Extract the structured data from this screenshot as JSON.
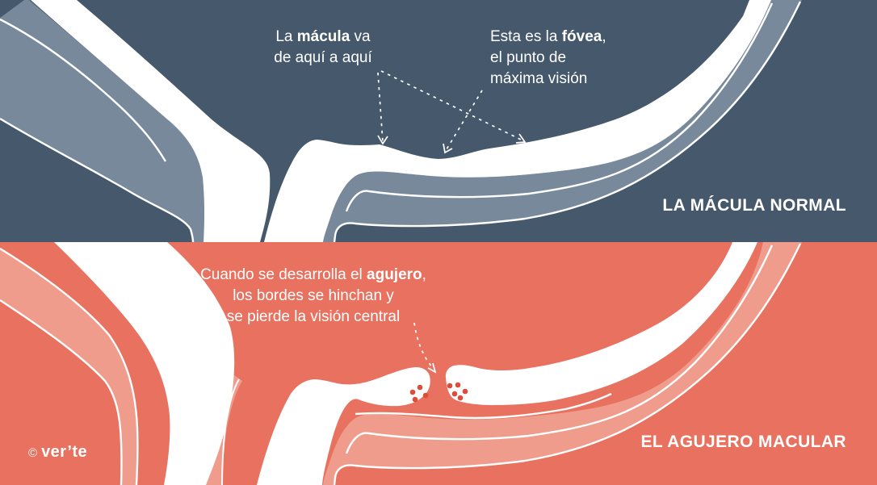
{
  "panel_normal": {
    "title": "LA MÁCULA NORMAL",
    "annotation_macula": {
      "pre": "La ",
      "bold": "mácula",
      "post": " va",
      "line2": "de aquí a aquí"
    },
    "annotation_fovea": {
      "pre": "Esta es la ",
      "bold": "fóvea",
      "post": ",",
      "line2": "el punto de",
      "line3": "máxima visión"
    }
  },
  "panel_hole": {
    "title": "EL AGUJERO MACULAR",
    "annotation_hole": {
      "pre": "Cuando se desarrolla el ",
      "bold": "agujero",
      "post": ",",
      "line2": "los bordes se hinchan y",
      "line3": "se pierde la visión central"
    }
  },
  "logo": {
    "copyright": "©",
    "brand": "ver’te"
  },
  "palette": {
    "dark_slate_background": "#46586B",
    "slate_retina_band": "#78899C",
    "coral_background": "#E8715F",
    "salmon_retina_band": "#EF9C8D",
    "cyst_dot_red": "#DE4C3A",
    "line_white": "#FFFFFF"
  }
}
